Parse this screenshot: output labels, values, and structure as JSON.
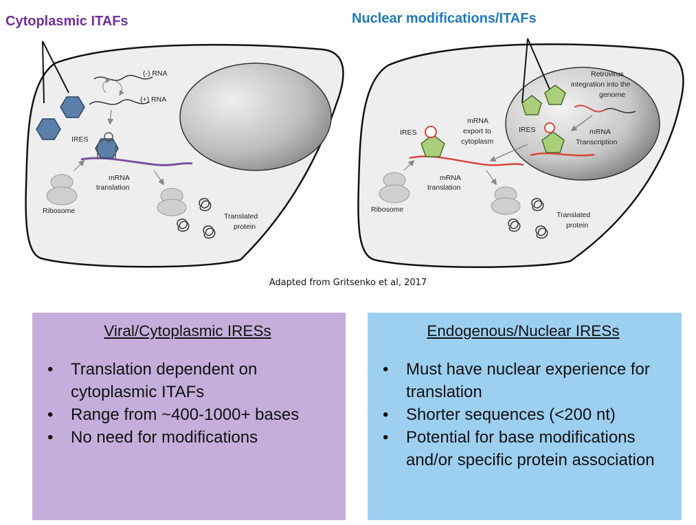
{
  "headings": {
    "left": "Cytoplasmic ITAFs",
    "right": "Nuclear modifications/ITAFs"
  },
  "diagram_left": {
    "neg_rna": "(-) RNA",
    "pos_rna": "(+) RNA",
    "ires": "IRES",
    "mrna": "mRNA",
    "translation": "translation",
    "ribosome": "Ribosome",
    "translated": "Translated",
    "protein": "protein",
    "itaf_color": "#5b7fa8",
    "rna_color": "#7a4fa0"
  },
  "diagram_right": {
    "retro1": "Retrovirus",
    "retro2": "integration into the",
    "retro3": "genome",
    "mrna_export1": "mRNA",
    "mrna_export2": "export to",
    "mrna_export3": "cytoplasm",
    "ires_left": "IRES",
    "ires_nucleus": "IRES",
    "mrna_tx1": "mRNA",
    "mrna_tx2": "Transcription",
    "mrna": "mRNA",
    "translation": "translation",
    "ribosome": "Ribosome",
    "translated": "Translated",
    "protein": "protein",
    "itaf_color": "#a9cf7a",
    "rna_color": "#d9453c"
  },
  "citation": "Adapted from Gritsenko et al, 2017",
  "box_left": {
    "title": "Viral/Cytoplasmic IRESs",
    "bullet": "•",
    "items": [
      "Translation dependent on cytoplasmic ITAFs",
      "Range from ~400-1000+ bases",
      "No need for modifications"
    ],
    "color": "#c5aedb"
  },
  "box_right": {
    "title": "Endogenous/Nuclear IRESs",
    "bullet": "•",
    "items": [
      "Must have nuclear experience for translation",
      "Shorter sequences (<200 nt)",
      "Potential for base modifications and/or specific protein association"
    ],
    "color": "#9dcff0"
  }
}
